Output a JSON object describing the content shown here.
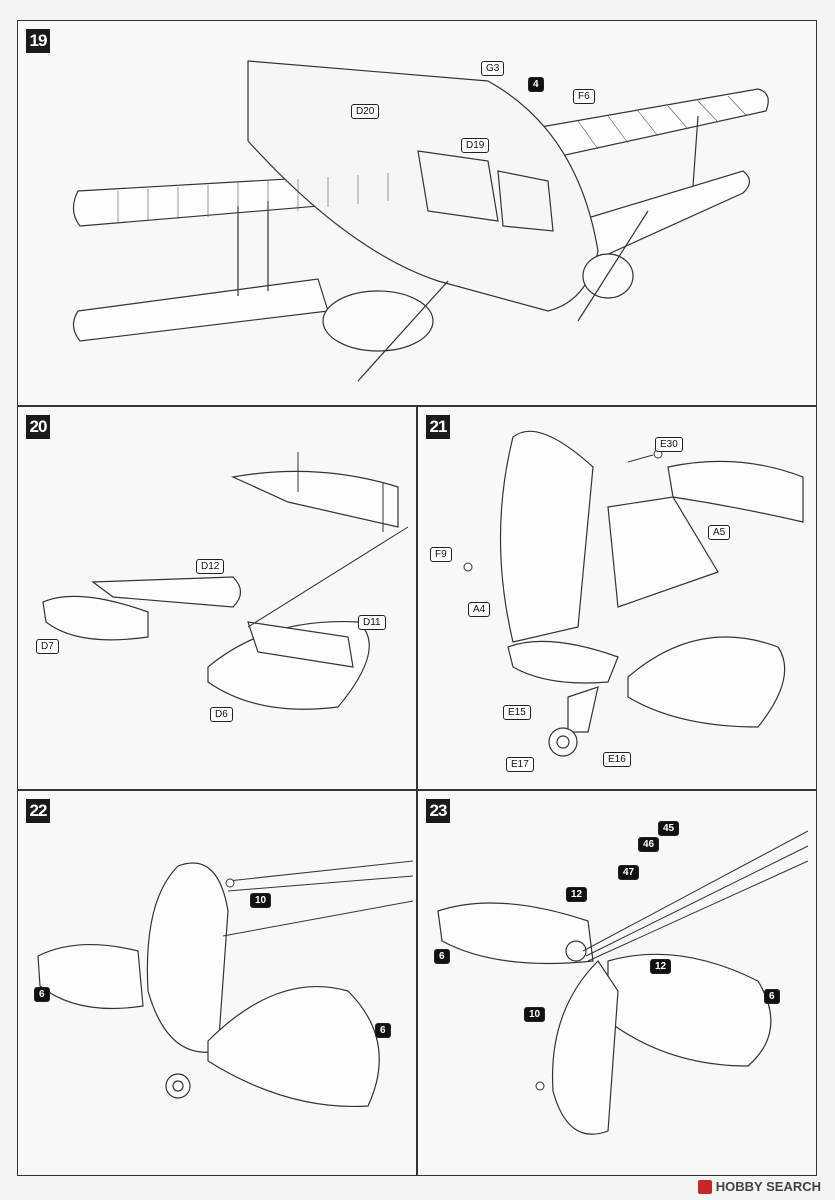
{
  "steps": [
    {
      "number": "19",
      "callouts": [
        "G3",
        "4",
        "F6",
        "D20",
        "D19"
      ]
    },
    {
      "number": "20",
      "callouts": [
        "D12",
        "D7",
        "D11",
        "D6"
      ]
    },
    {
      "number": "21",
      "callouts": [
        "E30",
        "A5",
        "F9",
        "A4",
        "E15",
        "E17",
        "E16"
      ]
    },
    {
      "number": "22",
      "callouts": [
        "10",
        "6",
        "6"
      ]
    },
    {
      "number": "23",
      "callouts": [
        "45",
        "46",
        "47",
        "12",
        "6",
        "12",
        "10",
        "6"
      ]
    }
  ],
  "footer": {
    "brand": "HOBBY SEARCH"
  }
}
